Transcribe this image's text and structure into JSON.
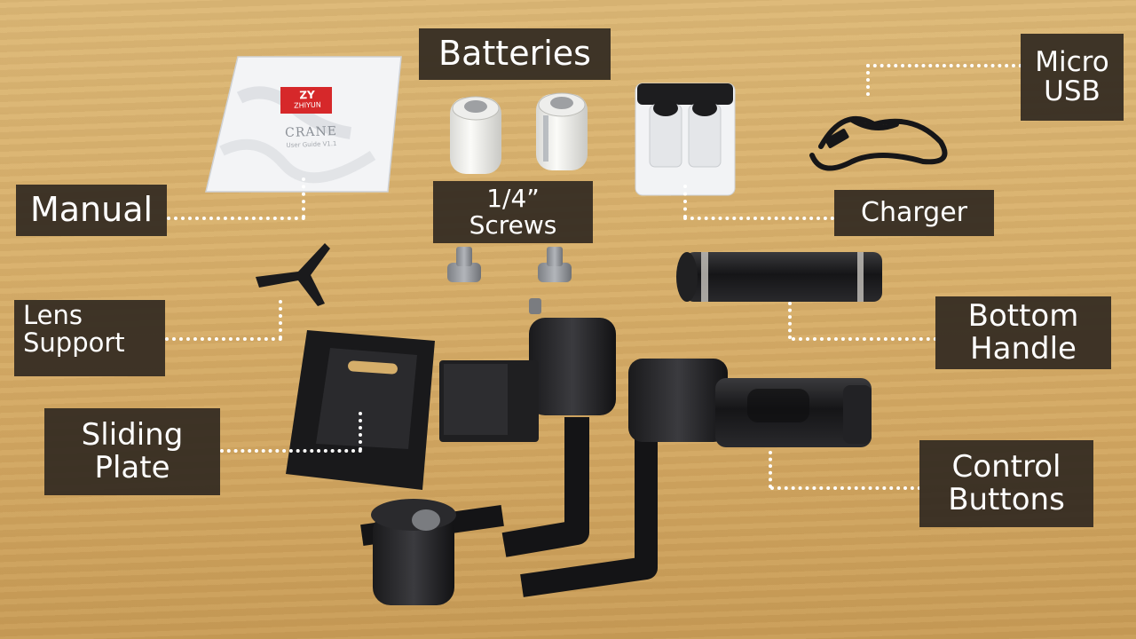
{
  "labels": {
    "batteries": [
      "Batteries"
    ],
    "micro_usb": [
      "Micro",
      "USB"
    ],
    "manual": [
      "Manual"
    ],
    "screws": [
      "1/4”",
      "Screws"
    ],
    "charger": [
      "Charger"
    ],
    "lens_support": [
      "Lens",
      "Support"
    ],
    "bottom_handle": [
      "Bottom",
      "Handle"
    ],
    "sliding_plate": [
      "Sliding",
      "Plate"
    ],
    "control_buttons": [
      "Control",
      "Buttons"
    ]
  },
  "manual_cover": {
    "brand": "ZHIYUN",
    "logo_mark": "ZY",
    "product": "CRANE",
    "subtitle": "User Guide V1.1"
  },
  "colors": {
    "label_bg": "#342c22",
    "label_text": "#ffffff",
    "table_wood": "#d8b06c",
    "gimbal_black": "#1c1c1e",
    "zhiyun_red": "#d6282a"
  }
}
